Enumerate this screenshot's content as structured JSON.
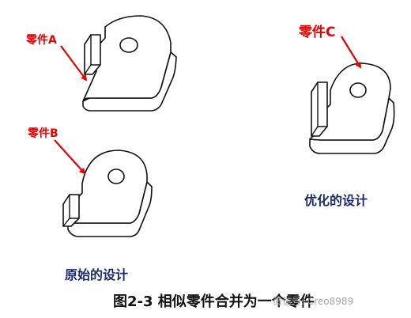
{
  "labels": {
    "part_a": "零件A",
    "part_b": "零件B",
    "part_c": "零件C",
    "original_design": "原始的设计",
    "optimized_design": "优化的设计"
  },
  "caption": "图2-3 相似零件合并为一个零件",
  "watermark": "微信号: Creo8989",
  "colors": {
    "label_red": "#e60000",
    "label_blue": "#1a2a6c",
    "line": "#111111"
  }
}
